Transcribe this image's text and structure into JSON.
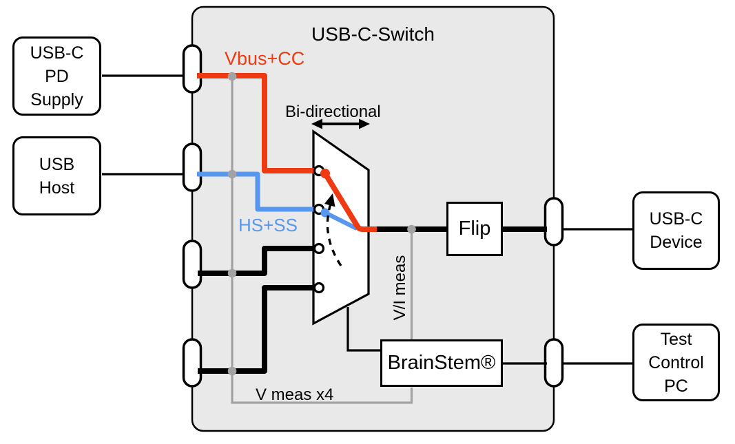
{
  "colors": {
    "red": "#ee3a12",
    "blue": "#5897f0",
    "gray_line": "#a3a3a3",
    "panel_fill": "#e9e9e9"
  },
  "panel": {
    "title": "USB-C-Switch"
  },
  "boxes": {
    "pd_supply": "USB-C\nPD\nSupply",
    "usb_host": "USB\nHost",
    "usbc_device": "USB-C\nDevice",
    "test_control_pc": "Test\nControl\nPC",
    "flip": "Flip",
    "brainstem": "BrainStem®"
  },
  "labels": {
    "vbus_cc": "Vbus+CC",
    "hs_ss": "HS+SS",
    "bidirectional": "Bi-directional",
    "vi_meas": "V/I meas",
    "v_meas_x4": "V meas x4"
  }
}
